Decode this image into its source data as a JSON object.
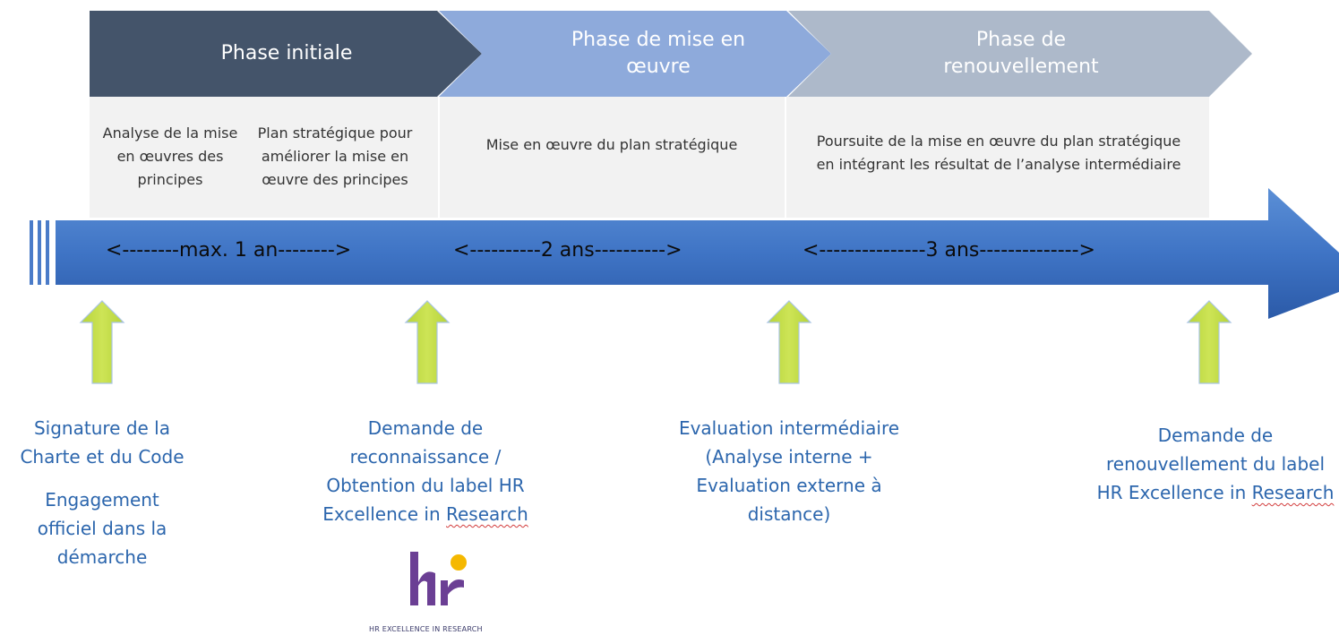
{
  "phases": [
    {
      "title": "Phase initiale"
    },
    {
      "title": "Phase de mise en\nœuvre"
    },
    {
      "title": "Phase de\nrenouvellement"
    }
  ],
  "descriptions": [
    "Analyse de la mise en œuvres des principes",
    "Plan stratégique pour améliorer la mise en œuvre des principes",
    "Mise en œuvre du plan stratégique",
    "Poursuite de la mise en œuvre du plan stratégique  en intégrant les résultat de l’analyse intermédiaire"
  ],
  "timeline": {
    "spans": [
      "<--------max. 1 an-------->",
      "<----------2 ans---------->",
      "<---------------3 ans-------------->"
    ]
  },
  "milestones": [
    {
      "lines": [
        "Signature de la",
        "Charte et du Code"
      ],
      "lines2": [
        "Engagement",
        "officiel dans la",
        "démarche"
      ]
    },
    {
      "line1": "Demande de",
      "line2": "reconnaissance /",
      "line3": "Obtention du label HR",
      "line4a": "Excellence in ",
      "line4b": "Research"
    },
    {
      "lines": [
        "Evaluation intermédiaire",
        "(Analyse interne +",
        "Evaluation externe à",
        "distance)"
      ]
    },
    {
      "line1": "Demande de",
      "line2": "renouvellement du label",
      "line3a": "HR Excellence in ",
      "line3b": "Research"
    }
  ],
  "logo": {
    "mark": "hr",
    "caption": "HR EXCELLENCE IN RESEARCH"
  },
  "colors": {
    "phase1": "#44546a",
    "phase2": "#8eaadb",
    "phase3": "#adb9ca",
    "desc_bg": "#f2f2f2",
    "timeline": "#4472c4",
    "up_arrow": "#c5de4b",
    "milestone_text": "#2c66ad"
  }
}
